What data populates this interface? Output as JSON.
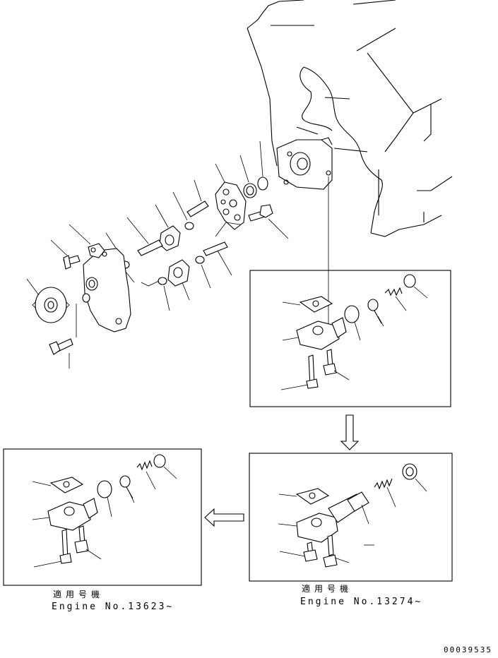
{
  "applicability": [
    {
      "label_jp": "適用号機",
      "engine": "Engine No.13623~"
    },
    {
      "label_jp": "適用号機",
      "engine": "Engine No.13274~"
    }
  ],
  "document_number": "00039535"
}
